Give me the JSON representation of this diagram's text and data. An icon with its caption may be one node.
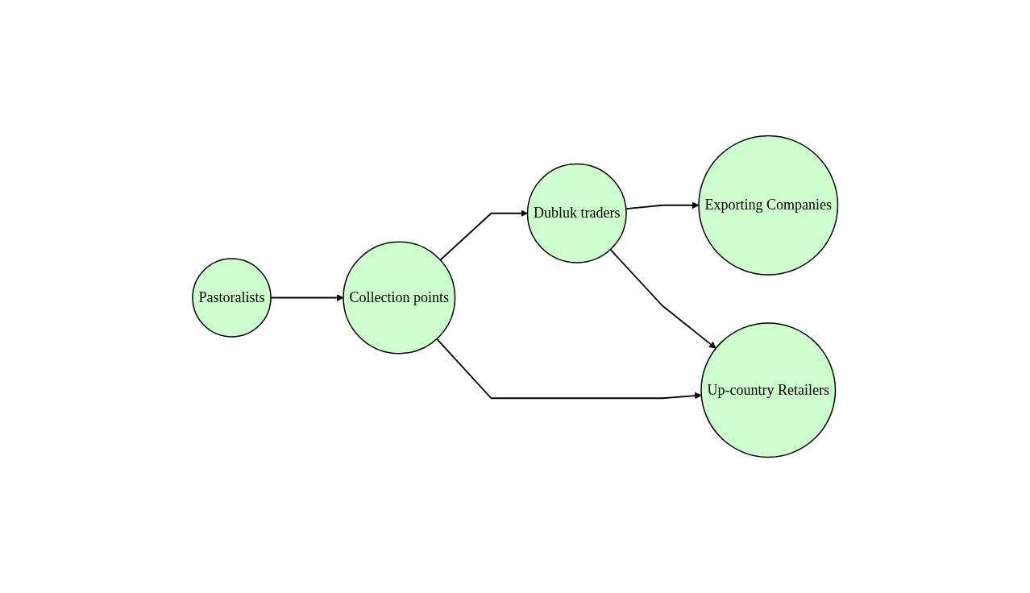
{
  "diagram": {
    "nodes": [
      {
        "text": [
          "Exporting Companies"
        ]
      },
      {
        "text": [
          "Dubluk traders"
        ]
      },
      {
        "text": [
          "Collection points"
        ]
      },
      {
        "text": [
          "Up-country Retailers"
        ]
      },
      {
        "text": [
          "Pastoralists"
        ]
      }
    ],
    "edges": [
      {
        "from": 4,
        "to": 2,
        "arrow": "to"
      },
      {
        "from": 2,
        "to": 1,
        "arrow": "to"
      },
      {
        "from": 2,
        "to": 3,
        "arrow": "to"
      },
      {
        "from": 1,
        "to": 0,
        "arrow": "to"
      },
      {
        "from": 1,
        "to": 3,
        "arrow": "to"
      }
    ]
  }
}
